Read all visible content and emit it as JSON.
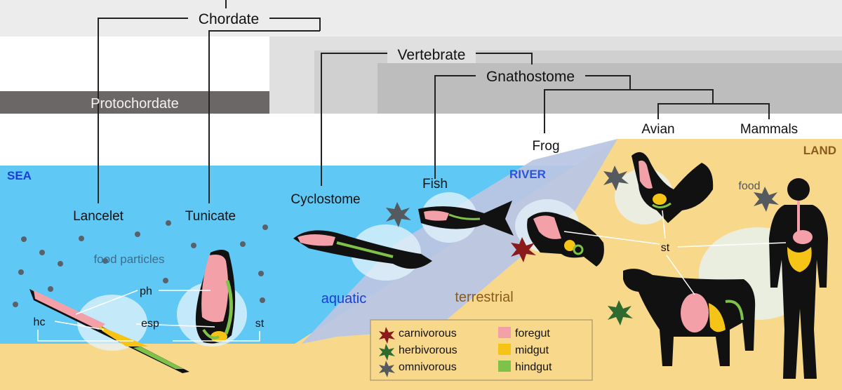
{
  "tree": {
    "chordate": "Chordate",
    "protochordate": "Protochordate",
    "vertebrate": "Vertebrate",
    "gnathostome": "Gnathostome",
    "frog": "Frog",
    "avian": "Avian",
    "mammals": "Mammals"
  },
  "organisms": {
    "lancelet": "Lancelet",
    "tunicate": "Tunicate",
    "cyclostome": "Cyclostome",
    "fish": "Fish"
  },
  "habitats": {
    "sea": "SEA",
    "river": "RIVER",
    "land": "LAND",
    "aquatic": "aquatic",
    "terrestrial": "terrestrial"
  },
  "annotations": {
    "food_particles": "food particles",
    "food": "food",
    "ph": "ph",
    "hc": "hc",
    "esp": "esp",
    "st_tunicate": "st",
    "st_land": "st"
  },
  "legend": {
    "diet": [
      {
        "label": "carnivorous",
        "color": "#8b1a1a"
      },
      {
        "label": "herbivorous",
        "color": "#2f6b2f"
      },
      {
        "label": "omnivorous",
        "color": "#555a5f"
      }
    ],
    "gut": [
      {
        "label": "foregut",
        "color": "#f4a0a8"
      },
      {
        "label": "midgut",
        "color": "#f6c417"
      },
      {
        "label": "hindgut",
        "color": "#7fc24a"
      }
    ]
  },
  "colors": {
    "sea": "#5fc8f5",
    "river": "#b9c6e4",
    "land": "#f8d98c",
    "text_blue": "#1a3fd8",
    "text_brown": "#8a5a1e"
  }
}
